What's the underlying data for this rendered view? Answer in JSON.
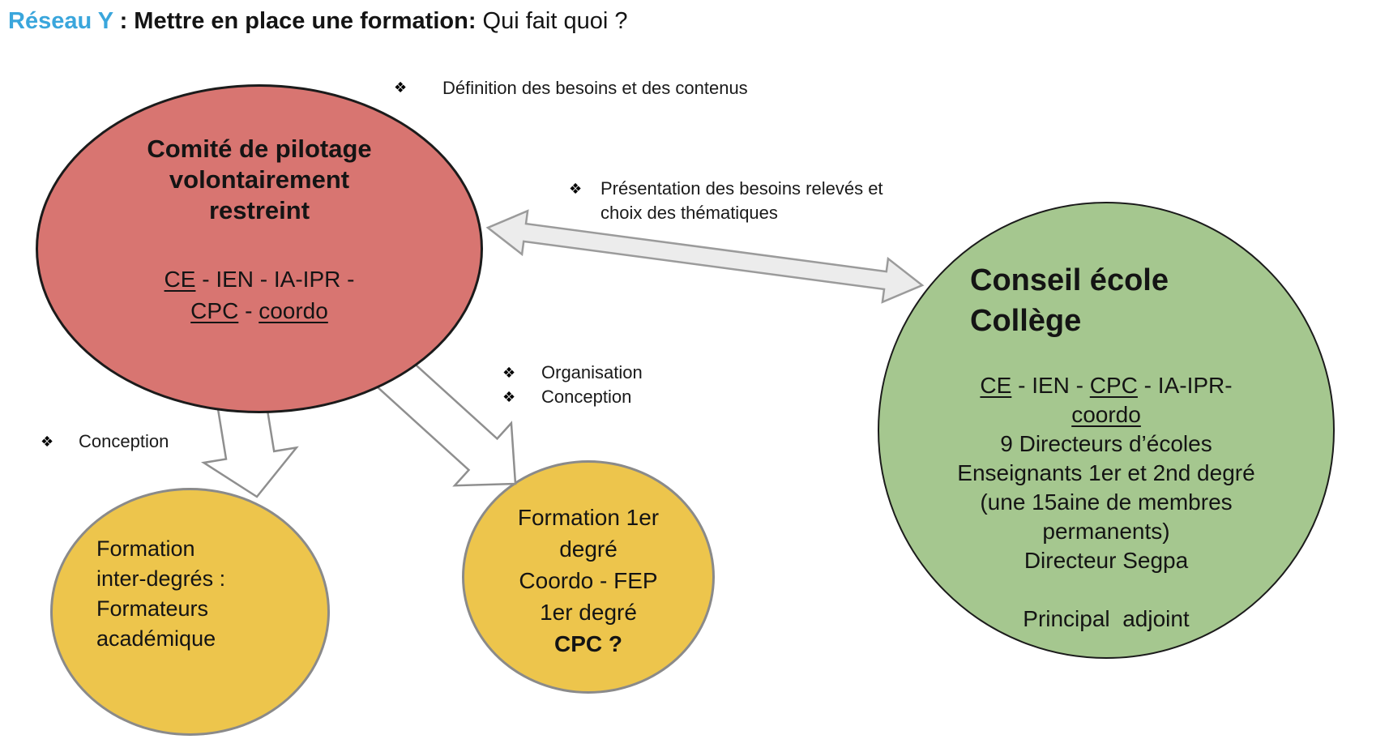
{
  "page_title": {
    "lines": [
      [
        {
          "t": "Réseau Y",
          "b": true,
          "color": "#3aa6dc"
        },
        {
          "t": " : Mettre en place une formation:",
          "b": true
        },
        {
          "t": " Qui fait quoi ?"
        }
      ]
    ]
  },
  "colors": {
    "title_accent": "#3aa6dc",
    "steering_committee_fill": "#d87571",
    "conseil_fill": "#a5c78f",
    "formation_fill": "#edc54c",
    "dark_outline": "#1b1b1b",
    "gray_outline": "#8a8a8a",
    "double_arrow_fill": "#ececec",
    "double_arrow_stroke": "#9b9b9b",
    "down_arrow_fill": "#ffffff",
    "down_arrow_stroke": "#8f8f8f"
  },
  "annotations": {
    "definition": {
      "bullet": "❖",
      "lines": [
        "Définition des besoins et des contenus"
      ]
    },
    "presentation": {
      "bullet": "❖",
      "lines": [
        "Présentation des besoins relevés et",
        "choix des thématiques"
      ]
    },
    "organisation": {
      "bullet": "❖",
      "lines": [
        "Organisation"
      ]
    },
    "conception_center": {
      "bullet": "❖",
      "lines": [
        "Conception"
      ]
    },
    "conception_left": {
      "bullet": "❖",
      "lines": [
        "Conception"
      ]
    }
  },
  "steering_committee": {
    "title_lines": [
      "Comité de pilotage",
      "volontairement",
      "restreint"
    ],
    "member_lines": [
      [
        {
          "t": "CE",
          "u": true
        },
        {
          "t": " - IEN - IA-IPR -"
        }
      ],
      [
        {
          "t": "CPC",
          "u": true
        },
        {
          "t": " - "
        },
        {
          "t": "coordo",
          "u": true
        }
      ]
    ]
  },
  "conseil_ecole_college": {
    "title_lines": [
      "Conseil école",
      "Collège"
    ],
    "member_lines": [
      [
        {
          "t": "CE",
          "u": true
        },
        {
          "t": " - IEN - "
        },
        {
          "t": "CPC",
          "u": true
        },
        {
          "t": " - IA-IPR-"
        }
      ],
      [
        {
          "t": "coordo",
          "u": true
        }
      ],
      [
        "9 Directeurs d’écoles"
      ],
      [
        "Enseignants 1er et 2nd degré"
      ],
      [
        "(une 15aine de membres"
      ],
      [
        "permanents)"
      ],
      [
        "Directeur Segpa"
      ],
      [
        " "
      ],
      [
        "Principal  adjoint"
      ]
    ]
  },
  "formation_inter_degres": {
    "lines": [
      "Formation",
      "inter-degrés :",
      "Formateurs",
      "académique"
    ]
  },
  "formation_premier_degre": {
    "lines": [
      [
        "Formation 1er"
      ],
      [
        "degré"
      ],
      [
        "Coordo - FEP"
      ],
      [
        "1er degré"
      ],
      [
        {
          "t": "CPC ?",
          "b": true
        }
      ]
    ]
  }
}
